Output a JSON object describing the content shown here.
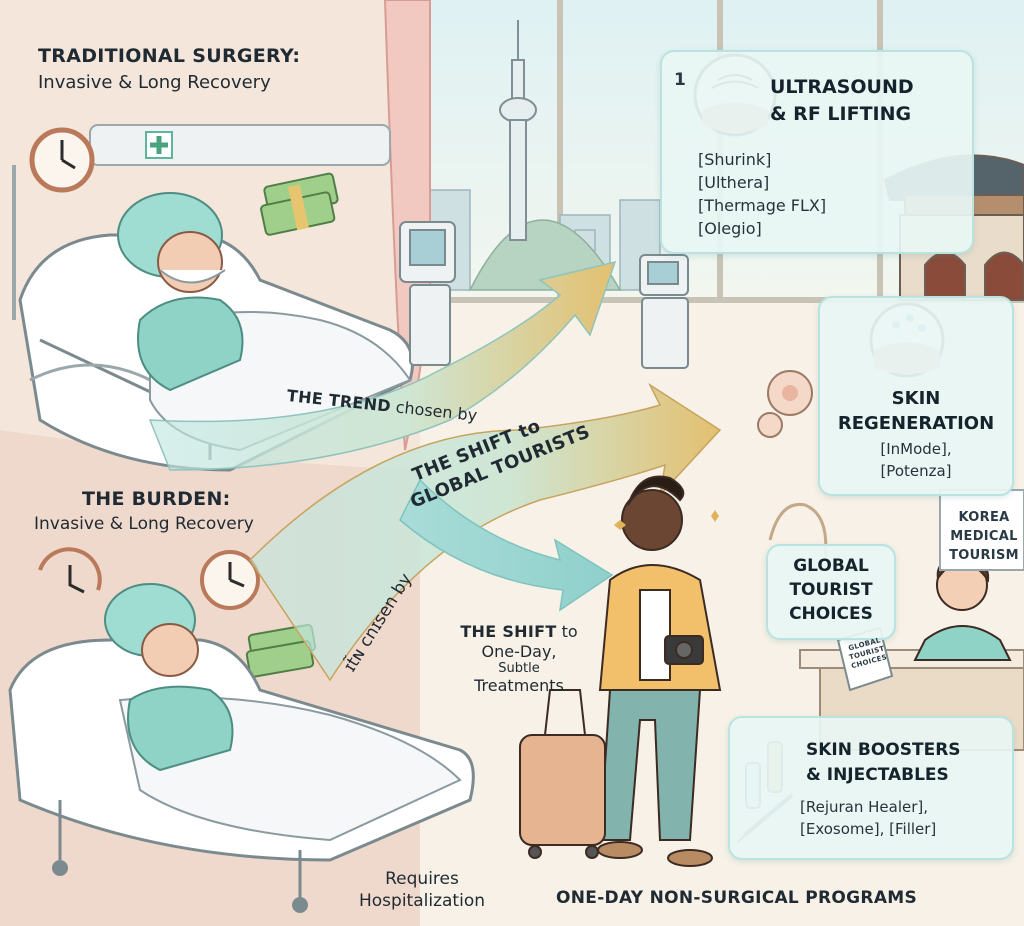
{
  "left_top": {
    "title": "TRADITIONAL SURGERY:",
    "subtitle": "Invasive & Long Recovery"
  },
  "left_bottom": {
    "title": "THE BURDEN:",
    "subtitle": "Invasive & Long Recovery",
    "note_line1": "Requires",
    "note_line2": "Hospitalization"
  },
  "arrows": {
    "trend_bold": "THE TREND",
    "trend_rest": " chosen by",
    "shift_line1": "THE SHIFT to",
    "shift_line2": "GLOBAL TOURISTS",
    "garbled": "ɪt̃ɴ cnɪsen by",
    "shift_small_bold": "THE SHIFT",
    "shift_small_rest": " to",
    "shift_small_line2": "One-Day,",
    "shift_small_line3": "Subtle",
    "shift_small_line4": "Treatments"
  },
  "cards": {
    "ultrasound": {
      "number": "1",
      "title_line1": "ULTRASOUND",
      "title_line2": "& RF LIFTING",
      "items": [
        "[Shurink]",
        "[Ulthera]",
        "[Thermage FLX]",
        "[Olegio]"
      ]
    },
    "skin_regen": {
      "title_line1": "SKIN",
      "title_line2": "REGENERATION",
      "items": [
        "[InMode],",
        "[Potenza]"
      ]
    },
    "global_choices": {
      "title_line1": "GLOBAL",
      "title_line2": "TOURIST",
      "title_line3": "CHOICES"
    },
    "boosters": {
      "title_line1": "SKIN BOOSTERS",
      "title_line2": "& INJECTABLES",
      "items": [
        "[Rejuran Healer],",
        "[Exosome], [Filler]"
      ]
    }
  },
  "signs": {
    "korea_line1": "KOREA",
    "korea_line2": "MEDICAL",
    "korea_line3": "TOURISM",
    "desk_line1": "GLOBAL",
    "desk_line2": "TOURIST",
    "desk_line3": "CHOICES"
  },
  "footer": "ONE-DAY NON-SURGICAL PROGRAMS",
  "colors": {
    "teal_card": "#e8f6f4",
    "teal_border": "#b9e3de",
    "arrow_teal": "#a9dcd8",
    "arrow_gold": "#e6c27a",
    "scrubs": "#8fd3c6"
  }
}
